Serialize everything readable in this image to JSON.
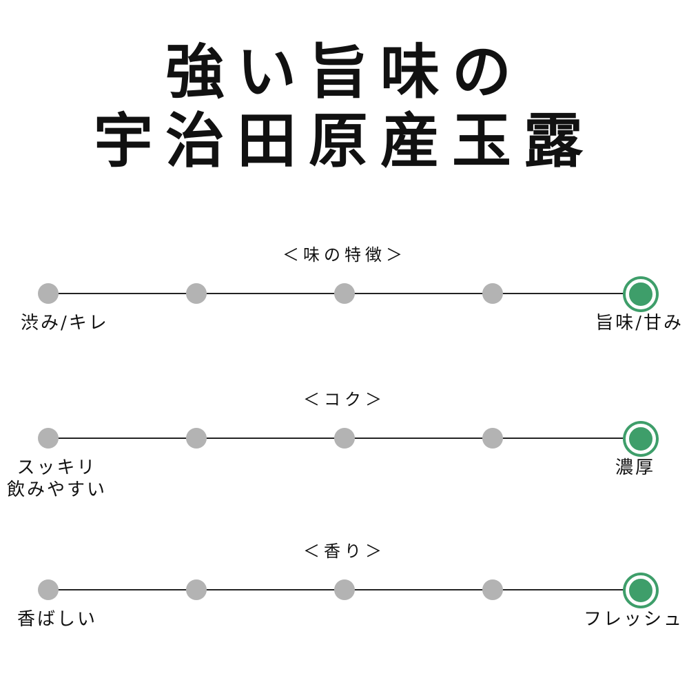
{
  "title": {
    "line1": "強い旨味の",
    "line2": "宇治田原産玉露"
  },
  "accent_color": "#3e9e6a",
  "inactive_color": "#b3b3b3",
  "scales": [
    {
      "heading": "＜味の特徴＞",
      "left_label": "渋み/キレ",
      "right_label": "旨味/甘み",
      "level": 5,
      "max": 5
    },
    {
      "heading": "＜コク＞",
      "left_label_line1": "スッキリ",
      "left_label_line2": "飲みやすい",
      "right_label": "濃厚",
      "level": 5,
      "max": 5
    },
    {
      "heading": "＜香り＞",
      "left_label": "香ばしい",
      "right_label": "フレッシュ",
      "level": 5,
      "max": 5
    }
  ]
}
